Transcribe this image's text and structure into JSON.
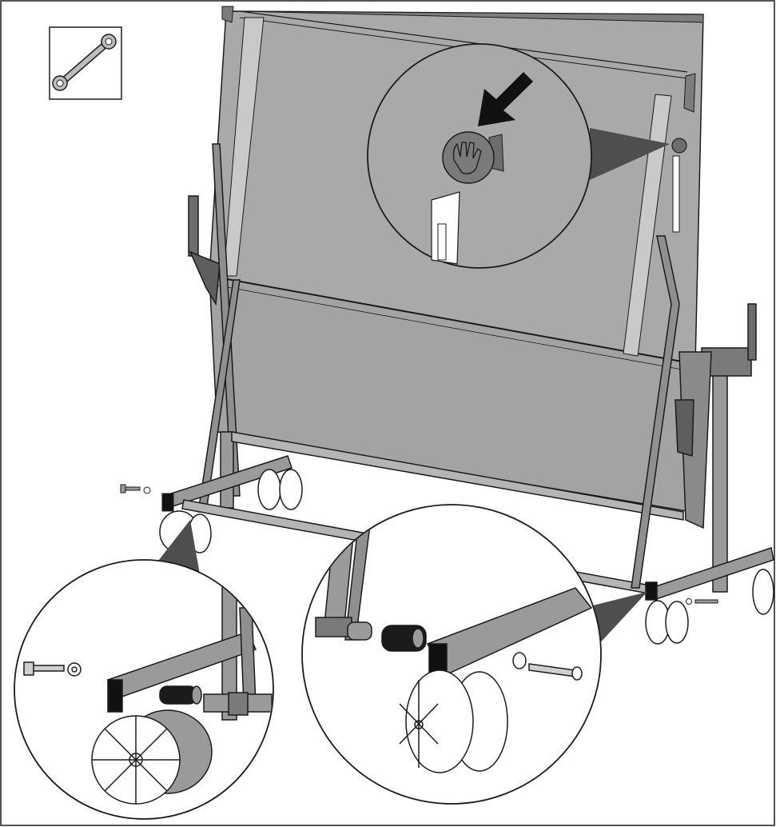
{
  "figure": {
    "kind": "assembly-instruction",
    "tool": {
      "icon": "double-ended-wrench-icon"
    },
    "callouts": [
      {
        "name": "wheel-axle-left-detail",
        "icon": "bolt-washer-sleeve-icon"
      },
      {
        "name": "wheel-axle-right-detail",
        "icon": "bolt-washer-sleeve-icon"
      },
      {
        "name": "lock-knob-detail",
        "icon": "hand-press-knob-icon"
      }
    ],
    "colors": {
      "tabletop": "#a9a9a9",
      "frame": "#8f8f8f",
      "shadow": "#4e4e4e",
      "arrow": "#111111",
      "outline": "#1b1b1b"
    }
  }
}
